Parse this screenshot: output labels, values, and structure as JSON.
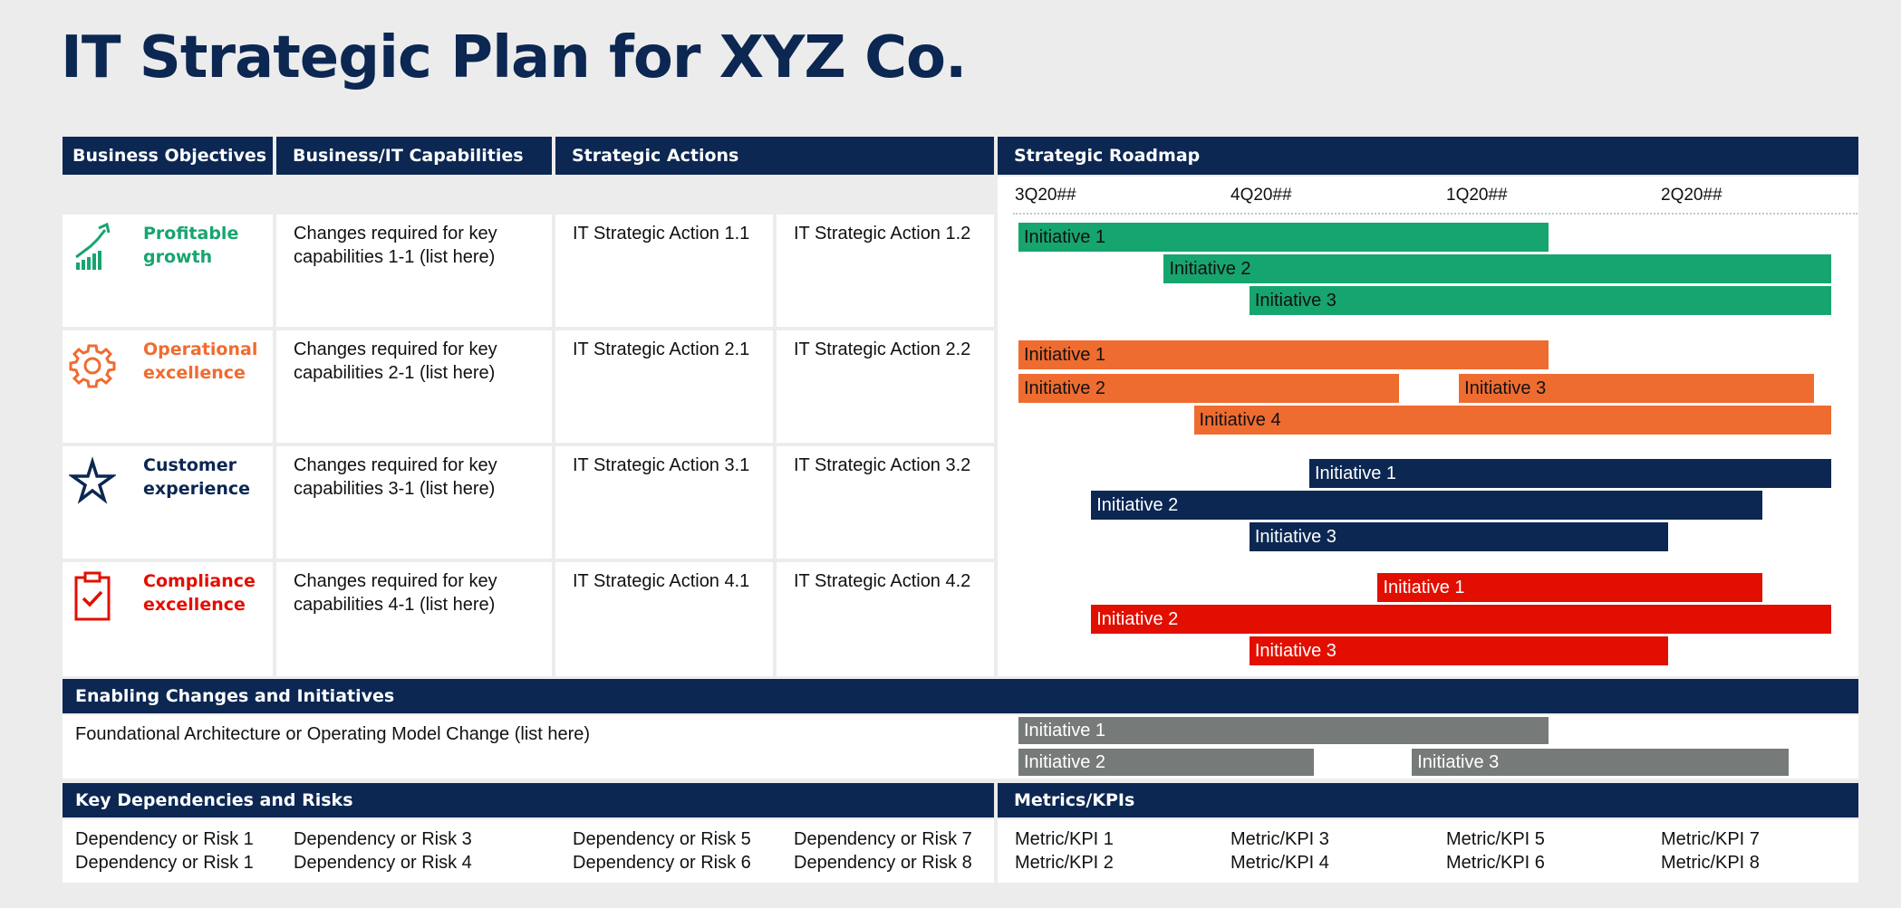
{
  "title": "IT Strategic Plan for XYZ Co.",
  "colors": {
    "navy": "#0b2752",
    "green": "#17a56f",
    "orange": "#ef6c30",
    "red": "#e20f00",
    "gray": "#767b7a",
    "background": "#ececec"
  },
  "headers": {
    "business_objectives": "Business Objectives",
    "capabilities": "Business/IT Capabilities",
    "strategic_actions": "Strategic Actions",
    "strategic_roadmap": "Strategic Roadmap"
  },
  "roadmap_quarters": [
    "3Q20##",
    "4Q20##",
    "1Q20##",
    "2Q20##"
  ],
  "objectives": [
    {
      "name": "Profitable growth",
      "line1": "Profitable",
      "line2": "growth",
      "color": "#17a56f",
      "icon": "growth-chart-icon",
      "capability_line1": "Changes required for key",
      "capability_line2": "capabilities 1-1 (list here)",
      "action_a": "IT Strategic Action 1.1",
      "action_b": "IT Strategic Action 1.2",
      "initiatives": [
        {
          "label": "Initiative 1",
          "start": 0.0,
          "end": 0.62
        },
        {
          "label": "Initiative 2",
          "start": 0.17,
          "end": 0.95
        },
        {
          "label": "Initiative 3",
          "start": 0.27,
          "end": 0.95
        }
      ]
    },
    {
      "name": "Operational excellence",
      "line1": "Operational",
      "line2": "excellence",
      "color": "#ef6c30",
      "icon": "gear-icon",
      "capability_line1": "Changes required for key",
      "capability_line2": "capabilities 2-1 (list here)",
      "action_a": "IT Strategic Action 2.1",
      "action_b": "IT Strategic Action 2.2",
      "initiatives": [
        {
          "label": "Initiative 1",
          "start": 0.0,
          "end": 0.62
        },
        {
          "label": "Initiative 2",
          "start": 0.0,
          "end": 0.445
        },
        {
          "label": "Initiative 3",
          "start": 0.515,
          "end": 0.93
        },
        {
          "label": "Initiative 4",
          "start": 0.205,
          "end": 0.95
        }
      ]
    },
    {
      "name": "Customer experience",
      "line1": "Customer",
      "line2": "experience",
      "color": "#0b2752",
      "icon": "star-icon",
      "capability_line1": "Changes required for key",
      "capability_line2": "capabilities 3-1 (list here)",
      "action_a": "IT Strategic Action 3.1",
      "action_b": "IT Strategic Action 3.2",
      "initiatives": [
        {
          "label": "Initiative 1",
          "start": 0.34,
          "end": 0.95
        },
        {
          "label": "Initiative 2",
          "start": 0.085,
          "end": 0.87
        },
        {
          "label": "Initiative 3",
          "start": 0.27,
          "end": 0.76
        }
      ]
    },
    {
      "name": "Compliance excellence",
      "line1": "Compliance",
      "line2": "excellence",
      "color": "#e20f00",
      "icon": "clipboard-check-icon",
      "capability_line1": "Changes required for key",
      "capability_line2": "capabilities 4-1 (list here)",
      "action_a": "IT Strategic Action 4.1",
      "action_b": "IT Strategic Action 4.2",
      "initiatives": [
        {
          "label": "Initiative 1",
          "start": 0.42,
          "end": 0.87
        },
        {
          "label": "Initiative 2",
          "start": 0.085,
          "end": 0.95
        },
        {
          "label": "Initiative 3",
          "start": 0.27,
          "end": 0.76
        }
      ]
    }
  ],
  "enabling": {
    "header": "Enabling Changes and Initiatives",
    "text": "Foundational Architecture or Operating Model Change (list here)",
    "initiatives": [
      {
        "label": "Initiative 1",
        "start": 0.0,
        "end": 0.62
      },
      {
        "label": "Initiative 2",
        "start": 0.0,
        "end": 0.345
      },
      {
        "label": "Initiative 3",
        "start": 0.46,
        "end": 0.9
      }
    ]
  },
  "dependencies": {
    "header": "Key Dependencies and Risks",
    "columns": [
      [
        "Dependency or Risk 1",
        "Dependency or Risk 1"
      ],
      [
        "Dependency or Risk 3",
        "Dependency or Risk 4"
      ],
      [
        "Dependency or Risk 5",
        "Dependency or Risk 6"
      ],
      [
        "Dependency or Risk 7",
        "Dependency or Risk 8"
      ]
    ]
  },
  "metrics": {
    "header": "Metrics/KPIs",
    "columns": [
      [
        "Metric/KPI 1",
        "Metric/KPI 2"
      ],
      [
        "Metric/KPI 3",
        "Metric/KPI 4"
      ],
      [
        "Metric/KPI 5",
        "Metric/KPI 6"
      ],
      [
        "Metric/KPI 7",
        "Metric/KPI 8"
      ]
    ]
  }
}
